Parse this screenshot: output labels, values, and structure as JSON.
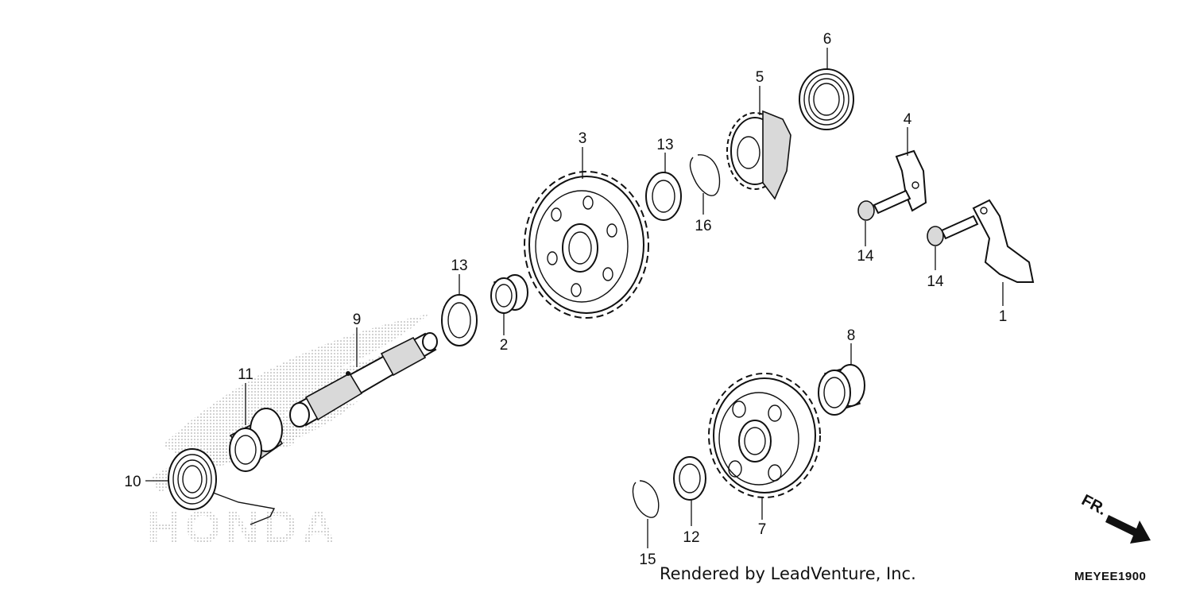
{
  "diagram": {
    "watermark_text": "HONDA",
    "direction_label": "FR.",
    "credit": "Rendered by LeadVenture, Inc.",
    "code": "MEYEE1900",
    "callouts": [
      "1",
      "2",
      "3",
      "4",
      "5",
      "6",
      "7",
      "8",
      "9",
      "10",
      "11",
      "12",
      "13",
      "13",
      "14",
      "14",
      "15",
      "16"
    ]
  }
}
